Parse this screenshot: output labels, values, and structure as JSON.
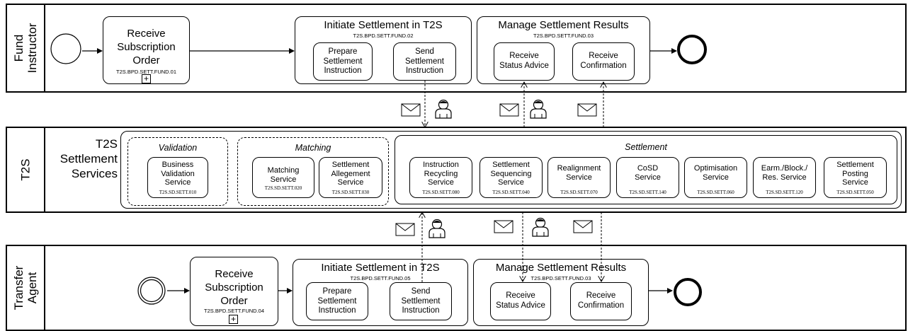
{
  "lanes": {
    "fund": {
      "label": "Fund\nInstructor"
    },
    "t2s": {
      "label": "T2S"
    },
    "agent": {
      "label": "Transfer\nAgent"
    }
  },
  "fund": {
    "receive_order": {
      "label": "Receive\nSubscription\nOrder",
      "code": "T2S.BPD.SETT.FUND.01"
    },
    "initiate": {
      "title": "Initiate Settlement in T2S",
      "code": "T2S.BPD.SETT.FUND.02",
      "prepare": "Prepare\nSettlement\nInstruction",
      "send": "Send\nSettlement\nInstruction"
    },
    "manage": {
      "title": "Manage Settlement Results",
      "code": "T2S.BPD.SETT.FUND.03",
      "status": "Receive\nStatus Advice",
      "confirmation": "Receive\nConfirmation"
    }
  },
  "t2s": {
    "pool_title": "T2S\nSettlement\nServices",
    "validation": {
      "title": "Validation",
      "services": [
        {
          "label": "Business\nValidation\nService",
          "code": "T2S.SD.SETT.010"
        }
      ]
    },
    "matching": {
      "title": "Matching",
      "services": [
        {
          "label": "Matching\nService",
          "code": "T2S.SD.SETT.020"
        },
        {
          "label": "Settlement\nAllegement\nService",
          "code": "T2S.SD.SETT.030"
        }
      ]
    },
    "settlement": {
      "title": "Settlement",
      "services": [
        {
          "label": "Instruction\nRecycling\nService",
          "code": "T2S.SD.SETT.080"
        },
        {
          "label": "Settlement\nSequencing\nService",
          "code": "T2S.SD.SETT.040"
        },
        {
          "label": "Realignment\nService",
          "code": "T2S.SD.SETT.070"
        },
        {
          "label": "CoSD\nService",
          "code": "T2S.SD.SETT.140"
        },
        {
          "label": "Optimisation\nService",
          "code": "T2S.SD.SETT.060"
        },
        {
          "label": "Earm./Block./\nRes. Service",
          "code": "T2S.SD.SETT.120"
        },
        {
          "label": "Settlement\nPosting\nService",
          "code": "T2S.SD.SETT.050"
        }
      ]
    }
  },
  "agent": {
    "receive_order": {
      "label": "Receive\nSubscription\nOrder",
      "code": "T2S.BPD.SETT.FUND.04"
    },
    "initiate": {
      "title": "Initiate Settlement in T2S",
      "code": "T2S.BPD.SETT.FUND.05",
      "prepare": "Prepare\nSettlement\nInstruction",
      "send": "Send\nSettlement\nInstruction"
    },
    "manage": {
      "title": "Manage Settlement Results",
      "code": "T2S.BPD.SETT.FUND.03",
      "status": "Receive\nStatus Advice",
      "confirmation": "Receive\nConfirmation"
    }
  },
  "icons": {
    "subprocess_marker": "+",
    "message": "envelope-icon",
    "user": "person-icon",
    "start_event": "start-event-circle",
    "end_event": "end-event-circle"
  }
}
